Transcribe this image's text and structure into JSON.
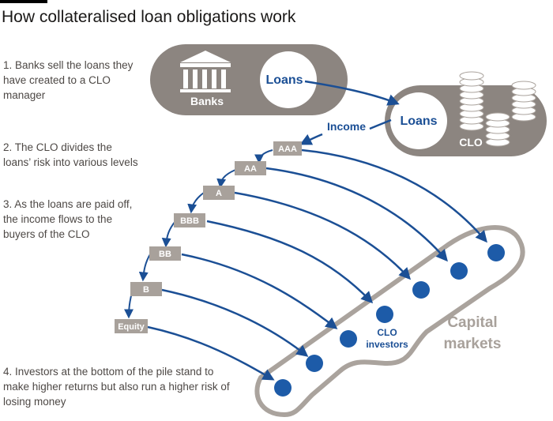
{
  "title": "How collateralised loan obligations work",
  "steps": [
    "1. Banks sell the loans they have created to a CLO manager",
    "2. The CLO divides the loans’ risk into various levels",
    "3. As the loans are paid off, the income flows to the buyers of the CLO",
    "4. Investors at the bottom of the pile stand to make higher returns but also run a higher risk of losing money"
  ],
  "banks": {
    "label": "Banks",
    "loans_label": "Loans"
  },
  "clo": {
    "label": "CLO",
    "loans_label": "Loans",
    "income_label": "Income"
  },
  "tranches": [
    "AAA",
    "AA",
    "A",
    "BBB",
    "BB",
    "B",
    "Equity"
  ],
  "investors_label_line1": "CLO",
  "investors_label_line2": "investors",
  "capital_markets_line1": "Capital",
  "capital_markets_line2": "markets",
  "colors": {
    "grey": "#a8a19b",
    "blue": "#1d5ba8",
    "dark_blue": "#1b4f95",
    "pill_grey": "#8c8580"
  }
}
